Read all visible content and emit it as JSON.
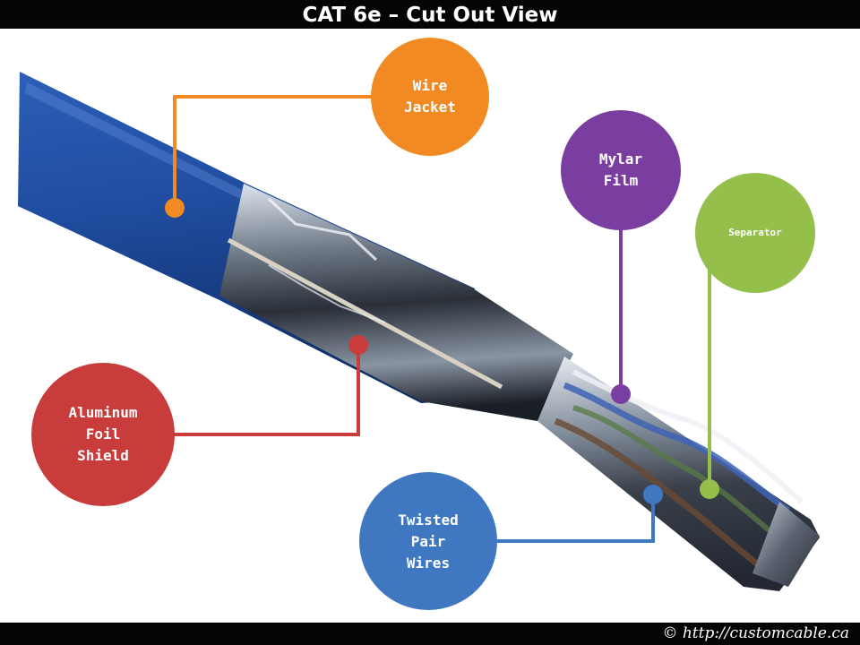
{
  "title": "CAT 6e – Cut Out View",
  "footer": "© http://customcable.ca",
  "colors": {
    "wire_jacket": "#f18a22",
    "mylar_film": "#7a3ea1",
    "separator": "#93bf4a",
    "aluminum_foil_shield": "#c83c3c",
    "twisted_pair_wires": "#3f77c1",
    "cable_blue": "#1e4a9c"
  },
  "callouts": {
    "wire_jacket": {
      "line1": "Wire",
      "line2": "Jacket"
    },
    "mylar_film": {
      "line1": "Mylar",
      "line2": "Film"
    },
    "separator": {
      "line1": "Separator"
    },
    "aluminum_foil_shield": {
      "line1": "Aluminum",
      "line2": "Foil",
      "line3": "Shield"
    },
    "twisted_pair_wires": {
      "line1": "Twisted",
      "line2": "Pair",
      "line3": "Wires"
    }
  }
}
